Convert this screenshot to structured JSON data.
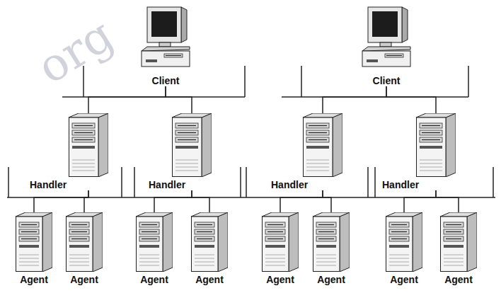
{
  "diagram": {
    "nodes": [
      {
        "text": [
          "Client"
        ]
      },
      {
        "text": [
          "Client"
        ]
      },
      {
        "text": [
          "Handler"
        ]
      },
      {
        "text": [
          "Handler"
        ]
      },
      {
        "text": [
          "Handler"
        ]
      },
      {
        "text": [
          "Handler"
        ]
      },
      {
        "text": [
          "Agent"
        ]
      },
      {
        "text": [
          "Agent"
        ]
      },
      {
        "text": [
          "Agent"
        ]
      },
      {
        "text": [
          "Agent"
        ]
      },
      {
        "text": [
          "Agent"
        ]
      },
      {
        "text": [
          "Agent"
        ]
      },
      {
        "text": [
          "Agent"
        ]
      },
      {
        "text": [
          "Agent"
        ]
      }
    ],
    "edges": [
      {
        "from": 0,
        "to": 2,
        "arrow": "none"
      },
      {
        "from": 0,
        "to": 3,
        "arrow": "none"
      },
      {
        "from": 1,
        "to": 4,
        "arrow": "none"
      },
      {
        "from": 1,
        "to": 5,
        "arrow": "none"
      },
      {
        "from": 2,
        "to": 6,
        "arrow": "none"
      },
      {
        "from": 2,
        "to": 7,
        "arrow": "none"
      },
      {
        "from": 3,
        "to": 8,
        "arrow": "none"
      },
      {
        "from": 3,
        "to": 9,
        "arrow": "none"
      },
      {
        "from": 4,
        "to": 10,
        "arrow": "none"
      },
      {
        "from": 4,
        "to": 11,
        "arrow": "none"
      },
      {
        "from": 5,
        "to": 12,
        "arrow": "none"
      },
      {
        "from": 5,
        "to": 13,
        "arrow": "none"
      }
    ],
    "labels": [
      "org"
    ]
  }
}
